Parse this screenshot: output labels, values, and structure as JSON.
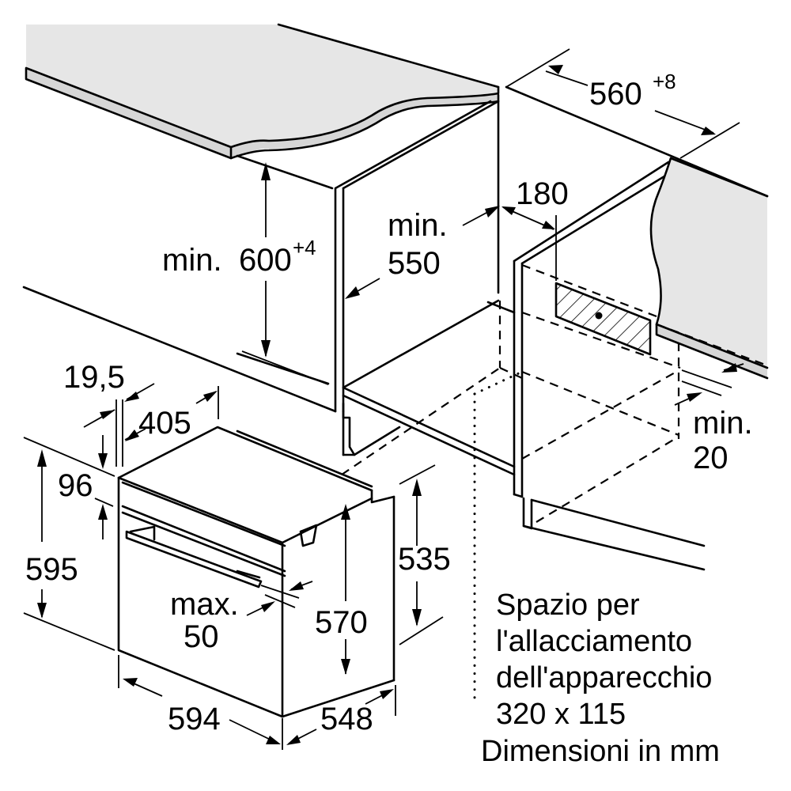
{
  "diagram": {
    "subject": "Built-in oven installation dimensions",
    "units_note": "Dimensioni in mm",
    "colors": {
      "line": "#000000",
      "worktop": "#e6e6e6",
      "worktop_edge": "#d6d6d6",
      "background": "#ffffff"
    }
  },
  "niche_dimensions": {
    "width": {
      "value": "560",
      "tolerance": "+8"
    },
    "height": {
      "prefix": "min.",
      "value": "600",
      "tolerance": "+4"
    },
    "depth": {
      "line1": "min.",
      "line2": "550"
    },
    "rear_cutout": "180",
    "front_gap": {
      "line1": "min.",
      "line2": "20"
    }
  },
  "oven_dimensions": {
    "door_offset": "19,5",
    "top_depth": "405",
    "panel_height": "96",
    "overall_height": "595",
    "body_height_side": "535",
    "body_height": "570",
    "overall_width": "594",
    "body_depth": "548",
    "handle_clearance": {
      "line1": "max.",
      "line2": "50"
    }
  },
  "connection_note": {
    "line1": "Spazio per",
    "line2": "l'allacciamento",
    "line3": "dell'apparecchio",
    "line4": "320 x 115"
  }
}
